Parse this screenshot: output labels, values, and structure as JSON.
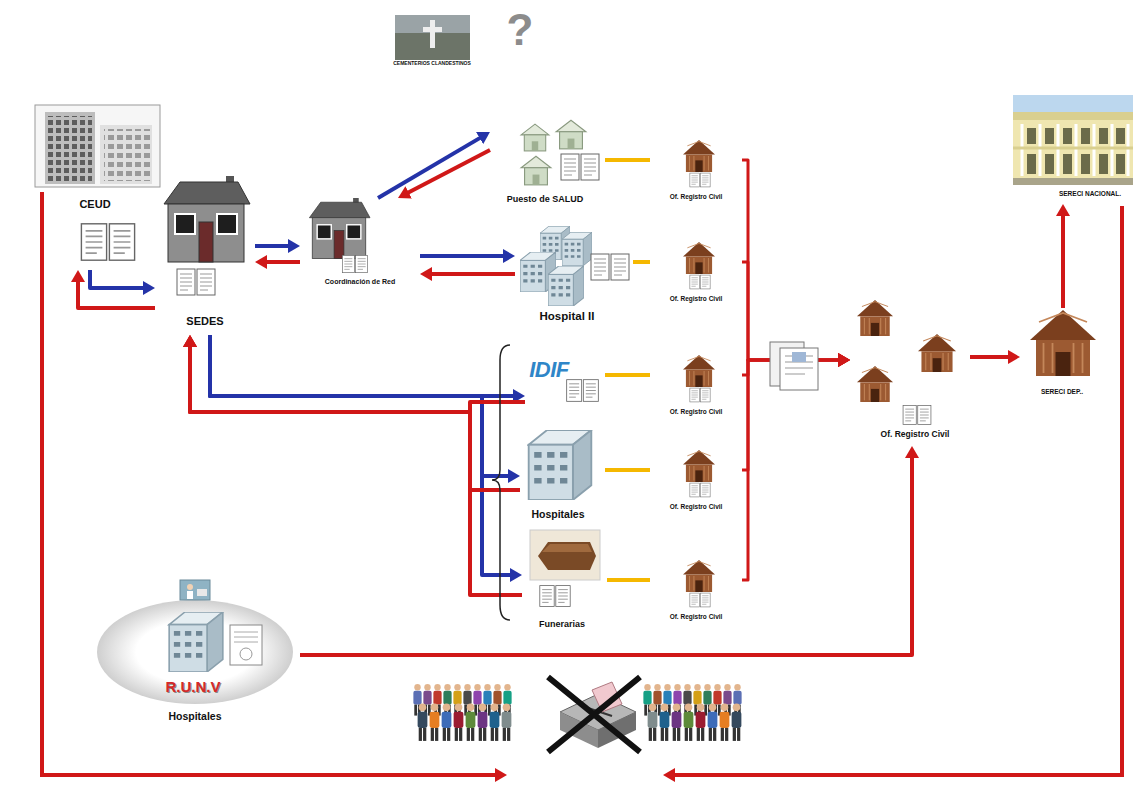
{
  "diagram": {
    "nodes": [
      {
        "text": [
          "CEUD"
        ]
      },
      {
        "text": [
          "SEDES"
        ]
      },
      {
        "text": [
          "Coordinación de Red"
        ]
      },
      {
        "text": [
          "Puesto de SALUD"
        ]
      },
      {
        "text": [
          "Of. Registro Civil"
        ]
      },
      {
        "text": [
          "Hospital II"
        ]
      },
      {
        "text": [
          "Of. Registro Civil"
        ]
      },
      {
        "text": [
          "IDIF"
        ]
      },
      {
        "text": [
          "Of. Registro Civil"
        ]
      },
      {
        "text": [
          "Hospitales"
        ]
      },
      {
        "text": [
          "Of. Registro Civil"
        ]
      },
      {
        "text": [
          "Funerarias"
        ]
      },
      {
        "text": [
          "Of. Registro Civil"
        ]
      },
      {
        "text": [
          "Of. Registro Civil"
        ]
      },
      {
        "text": [
          "SERECI DEP.."
        ]
      },
      {
        "text": [
          "SERECI NACIONAL."
        ]
      },
      {
        "text": [
          "R.U.N.V",
          "Hospitales"
        ]
      }
    ],
    "edges": [
      {
        "from": 0,
        "to": 1,
        "arrow": "to"
      },
      {
        "from": 1,
        "to": 0,
        "arrow": "to"
      },
      {
        "from": 1,
        "to": 2,
        "arrow": "to"
      },
      {
        "from": 2,
        "to": 1,
        "arrow": "to"
      },
      {
        "from": 2,
        "to": 3,
        "arrow": "to"
      },
      {
        "from": 3,
        "to": 2,
        "arrow": "to"
      },
      {
        "from": 2,
        "to": 5,
        "arrow": "to"
      },
      {
        "from": 5,
        "to": 2,
        "arrow": "to"
      },
      {
        "from": 1,
        "to": 7,
        "arrow": "to"
      },
      {
        "from": 1,
        "to": 9,
        "arrow": "to"
      },
      {
        "from": 1,
        "to": 11,
        "arrow": "to"
      },
      {
        "from": 7,
        "to": 1,
        "arrow": "to"
      },
      {
        "from": 9,
        "to": 1,
        "arrow": "to"
      },
      {
        "from": 11,
        "to": 1,
        "arrow": "to"
      },
      {
        "from": 3,
        "to": 4,
        "arrow": "none"
      },
      {
        "from": 5,
        "to": 6,
        "arrow": "none"
      },
      {
        "from": 7,
        "to": 8,
        "arrow": "none"
      },
      {
        "from": 9,
        "to": 10,
        "arrow": "none"
      },
      {
        "from": 11,
        "to": 12,
        "arrow": "none"
      },
      {
        "from": 4,
        "to": 13,
        "arrow": "to"
      },
      {
        "from": 6,
        "to": 13,
        "arrow": "to"
      },
      {
        "from": 8,
        "to": 13,
        "arrow": "to"
      },
      {
        "from": 10,
        "to": 13,
        "arrow": "to"
      },
      {
        "from": 12,
        "to": 13,
        "arrow": "to"
      },
      {
        "from": 13,
        "to": 14,
        "arrow": "to"
      },
      {
        "from": 14,
        "to": 15,
        "arrow": "to"
      },
      {
        "from": 16,
        "to": 13,
        "arrow": "to"
      }
    ],
    "labels": [
      "CEMENTERIOS CLANDESTINOS",
      "?"
    ]
  }
}
